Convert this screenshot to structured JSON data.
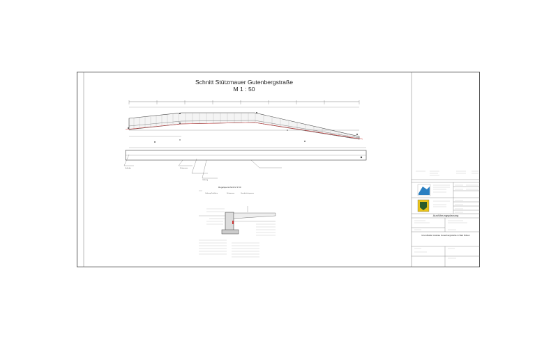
{
  "drawing": {
    "title": "Schnitt Stützmauer Gutenbergstraße",
    "scale": "M 1 : 50",
    "section_title": "Regelquerschnitt M 1:50",
    "labels_left": [
      "Geländer",
      "Stützmauer",
      "Gehweg"
    ],
    "section_top_labels": [
      "Gehweg Fahrbahn",
      "Stützmauer",
      "Grundstücksgrenze"
    ]
  },
  "titleblock": {
    "phase": "Ausführungsplanung",
    "project": "Grundhafter Ausbau Gutenbergstraße in Bad Düben"
  },
  "colors": {
    "line": "#555555",
    "accent_red": "#cc3333",
    "logo_blue": "#2a7fc1",
    "logo_yellow": "#e8c21a"
  }
}
